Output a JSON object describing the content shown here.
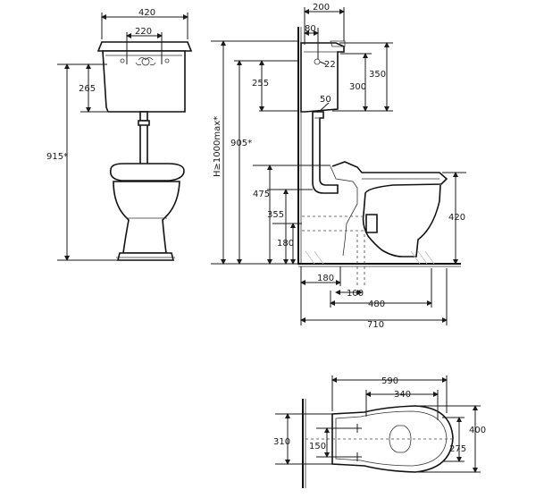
{
  "front_view": {
    "tank_width": "420",
    "tank_inner": "220",
    "tank_height": "265",
    "overall_height": "915*"
  },
  "side_view": {
    "depth_200": "200",
    "depth_80": "80",
    "dim_22": "22",
    "dim_350": "350",
    "dim_300": "300",
    "dim_255": "255",
    "dim_50": "50",
    "height_905": "905*",
    "height_h": "H≥1000max*",
    "dim_475": "475",
    "dim_355": "355",
    "dim_180v": "180",
    "dim_420": "420",
    "dim_180h": "180",
    "dim_100": "100",
    "dim_480": "480",
    "dim_710": "710"
  },
  "plan_view": {
    "dim_590": "590",
    "dim_340": "340",
    "dim_400": "400",
    "dim_310": "310",
    "dim_150": "150",
    "dim_275": "275"
  }
}
